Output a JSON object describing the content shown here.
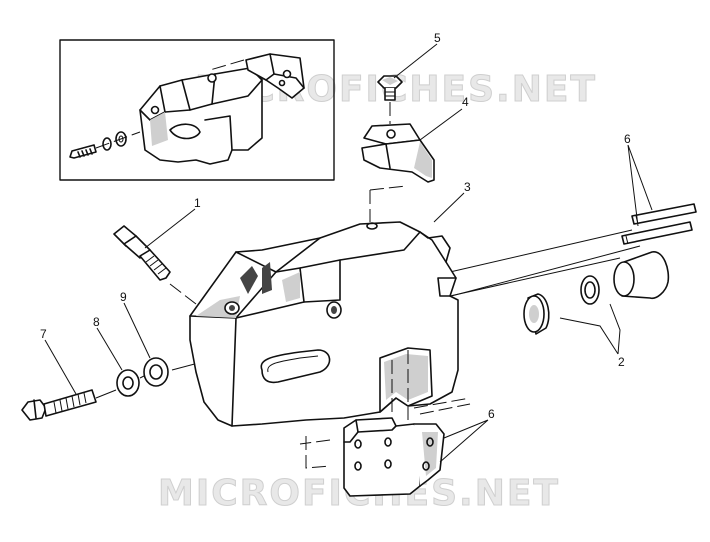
{
  "watermark": {
    "text": "MICROFICHES.NET"
  },
  "callouts": {
    "c1": "1",
    "c2": "2",
    "c3": "3",
    "c4": "4",
    "c5": "5",
    "c6a": "6",
    "c6b": "6",
    "c7": "7",
    "c8": "8",
    "c9": "9"
  }
}
